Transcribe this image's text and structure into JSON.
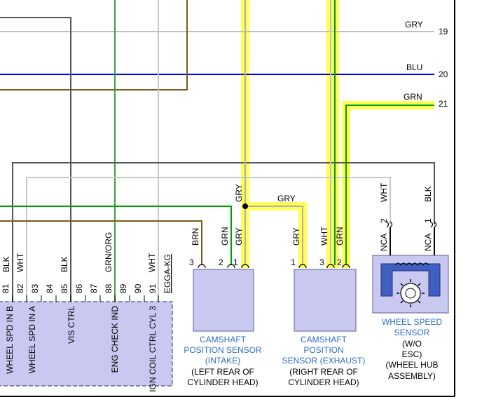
{
  "colors": {
    "highlight": "#ffff55",
    "gry": "#b8b8b8",
    "blu": "#0000e0",
    "grn": "#00a000",
    "brn": "#7a5a1a",
    "blk_wire": "#555555",
    "connector_fill": "#c8c8f0",
    "caption_blue": "#2f6fc0"
  },
  "wire_labels": {
    "gry_19": "GRY",
    "pin_19": "19",
    "blu_20": "BLU",
    "pin_20": "20",
    "grn_21": "GRN",
    "pin_21": "21",
    "gry_splice": "GRY",
    "ckp_brn": "BRN",
    "ckp_grn": "GRN",
    "ckp_gry": "GRY",
    "ckp_gry_upper": "GRY",
    "ex_gry": "GRY",
    "ex_wht": "WHT",
    "ex_grn": "GRN",
    "wss_wht": "WHT",
    "wss_blk": "BLK",
    "wss_nca2": "NCA",
    "wss_nca1": "NCA"
  },
  "pcm": {
    "wire_colors": [
      "BLK",
      "WHT",
      "BLK",
      "GRN/ORG",
      "WHT"
    ],
    "pins": [
      "81",
      "82",
      "83",
      "84",
      "85",
      "86",
      "87",
      "88",
      "89",
      "90",
      "91"
    ],
    "egga": "EGGA-KG",
    "functions": [
      "WHEEL SPD IN B",
      "WHEEL SPD IN A",
      "VIS CTRL",
      "ENG CHECK IND",
      "IGN COIL CTRL CYL 3"
    ]
  },
  "sensors": {
    "intake_pins": [
      "3",
      "2",
      "1"
    ],
    "exhaust_pins": [
      "1",
      "3",
      "2"
    ],
    "wss_pins": [
      "2",
      "1"
    ],
    "intake_caption": [
      "CAMSHAFT",
      "POSITION SENSOR",
      "(INTAKE)"
    ],
    "intake_location": [
      "(LEFT REAR OF",
      "CYLINDER HEAD)"
    ],
    "exhaust_caption": [
      "CAMSHAFT",
      "POSITION",
      "SENSOR (EXHAUST)"
    ],
    "exhaust_location": [
      "(RIGHT REAR OF",
      "CYLINDER HEAD)"
    ],
    "wss_caption": [
      "WHEEL SPEED",
      "SENSOR"
    ],
    "wss_notes": [
      "(W/O",
      "ESC)",
      "(WHEEL HUB",
      "ASSEMBLY)"
    ]
  }
}
